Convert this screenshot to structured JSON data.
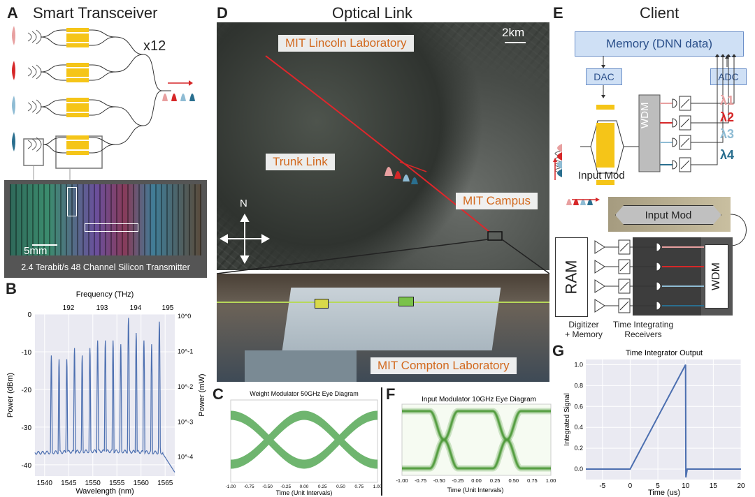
{
  "panelA": {
    "letter": "A",
    "title": "Smart Transceiver",
    "multiplier": "x12",
    "scale": "5mm",
    "caption": "2.4 Terabit/s 48 Channel Silicon Transmitter"
  },
  "panelB": {
    "letter": "B"
  },
  "panelC": {
    "letter": "C"
  },
  "panelD": {
    "letter": "D",
    "title": "Optical Link",
    "scale": "2km",
    "north": "N",
    "labels": {
      "lincoln": "MIT Lincoln Laboratory",
      "trunk": "Trunk Link",
      "campus": "MIT Campus",
      "compton": "MIT Compton Laboratory"
    }
  },
  "panelE": {
    "letter": "E",
    "title": "Client",
    "memory": "Memory (DNN data)",
    "dac": "DAC",
    "adc": "ADC",
    "wdm": "WDM",
    "input_mod": "Input Mod",
    "lambdas": [
      "λ1",
      "λ2",
      "λ3",
      "λ4"
    ],
    "input_mod_box": "Input Mod",
    "ram": "RAM",
    "wdm2": "WDM",
    "digitizer": "Digitizer\n+ Memory",
    "receivers": "Time Integrating\nReceivers"
  },
  "panelF": {
    "letter": "F"
  },
  "panelG": {
    "letter": "G"
  },
  "colors": {
    "lambda1": "#e8a0a0",
    "lambda2": "#d62728",
    "lambda3": "#8fbcd4",
    "lambda4": "#2a6f8f",
    "chip_yellow": "#f5c518",
    "box_blue": "#cfe0f5",
    "orange_text": "#d2691e"
  },
  "chart_data": [
    {
      "type": "line",
      "id": "B",
      "title": "",
      "xlabel": "Wavelength (nm)",
      "ylabel": "Power (dBm)",
      "top_axis_label": "Frequency (THz)",
      "right_axis_label": "Power (mW)",
      "xlim": [
        1538,
        1567
      ],
      "ylim": [
        -43,
        0
      ],
      "x_ticks": [
        1540,
        1545,
        1550,
        1555,
        1560,
        1565
      ],
      "y_ticks": [
        0,
        -10,
        -20,
        -30,
        -40
      ],
      "top_ticks": [
        192,
        193,
        194,
        195
      ],
      "right_ticks": [
        "10^0",
        "10^-1",
        "10^-2",
        "10^-3",
        "10^-4"
      ],
      "grid": true,
      "series": [
        {
          "color": "#4c6fb0",
          "peaks_nm": [
            1541.4,
            1543.0,
            1544.6,
            1546.2,
            1547.8,
            1549.4,
            1551.0,
            1552.6,
            1554.2,
            1555.8,
            1557.4,
            1559.0,
            1560.6,
            1562.2,
            1563.8
          ],
          "peaks_dbm": [
            -11,
            -12,
            -12,
            -9,
            -11,
            -9,
            -7,
            -7,
            -7,
            -8,
            -1,
            -5,
            -7,
            -8,
            -2
          ],
          "floor_dbm": -37
        }
      ]
    },
    {
      "type": "line",
      "id": "C",
      "title": "Weight Modulator 50GHz Eye Diagram",
      "xlabel": "Time (Unit Intervals)",
      "xlim": [
        -1.0,
        1.0
      ],
      "x_ticks": [
        "-1.00",
        "-0.75",
        "-0.50",
        "-0.25",
        "0.00",
        "0.25",
        "0.50",
        "0.75",
        "1.00"
      ]
    },
    {
      "type": "line",
      "id": "F",
      "title": "Input Modulator 10GHz Eye Diagram",
      "xlabel": "Time (Unit Intervals)",
      "xlim": [
        -1.0,
        1.0
      ],
      "x_ticks": [
        "-1.00",
        "-0.75",
        "-0.50",
        "-0.25",
        "0.00",
        "0.25",
        "0.50",
        "0.75",
        "1.00"
      ]
    },
    {
      "type": "line",
      "id": "G",
      "title": "Time Integrator Output",
      "xlabel": "Time (us)",
      "ylabel": "Integrated Signal",
      "xlim": [
        -8,
        20
      ],
      "ylim": [
        -0.1,
        1.05
      ],
      "x_ticks": [
        -5,
        0,
        5,
        10,
        15,
        20
      ],
      "y_ticks": [
        "0.0",
        "0.2",
        "0.4",
        "0.6",
        "0.8",
        "1.0"
      ],
      "grid": true,
      "series": [
        {
          "color": "#4c6fb0",
          "x": [
            -8,
            0,
            10,
            10.05,
            10.3,
            20
          ],
          "y": [
            0,
            0,
            1,
            -0.08,
            0,
            0
          ]
        }
      ]
    }
  ]
}
